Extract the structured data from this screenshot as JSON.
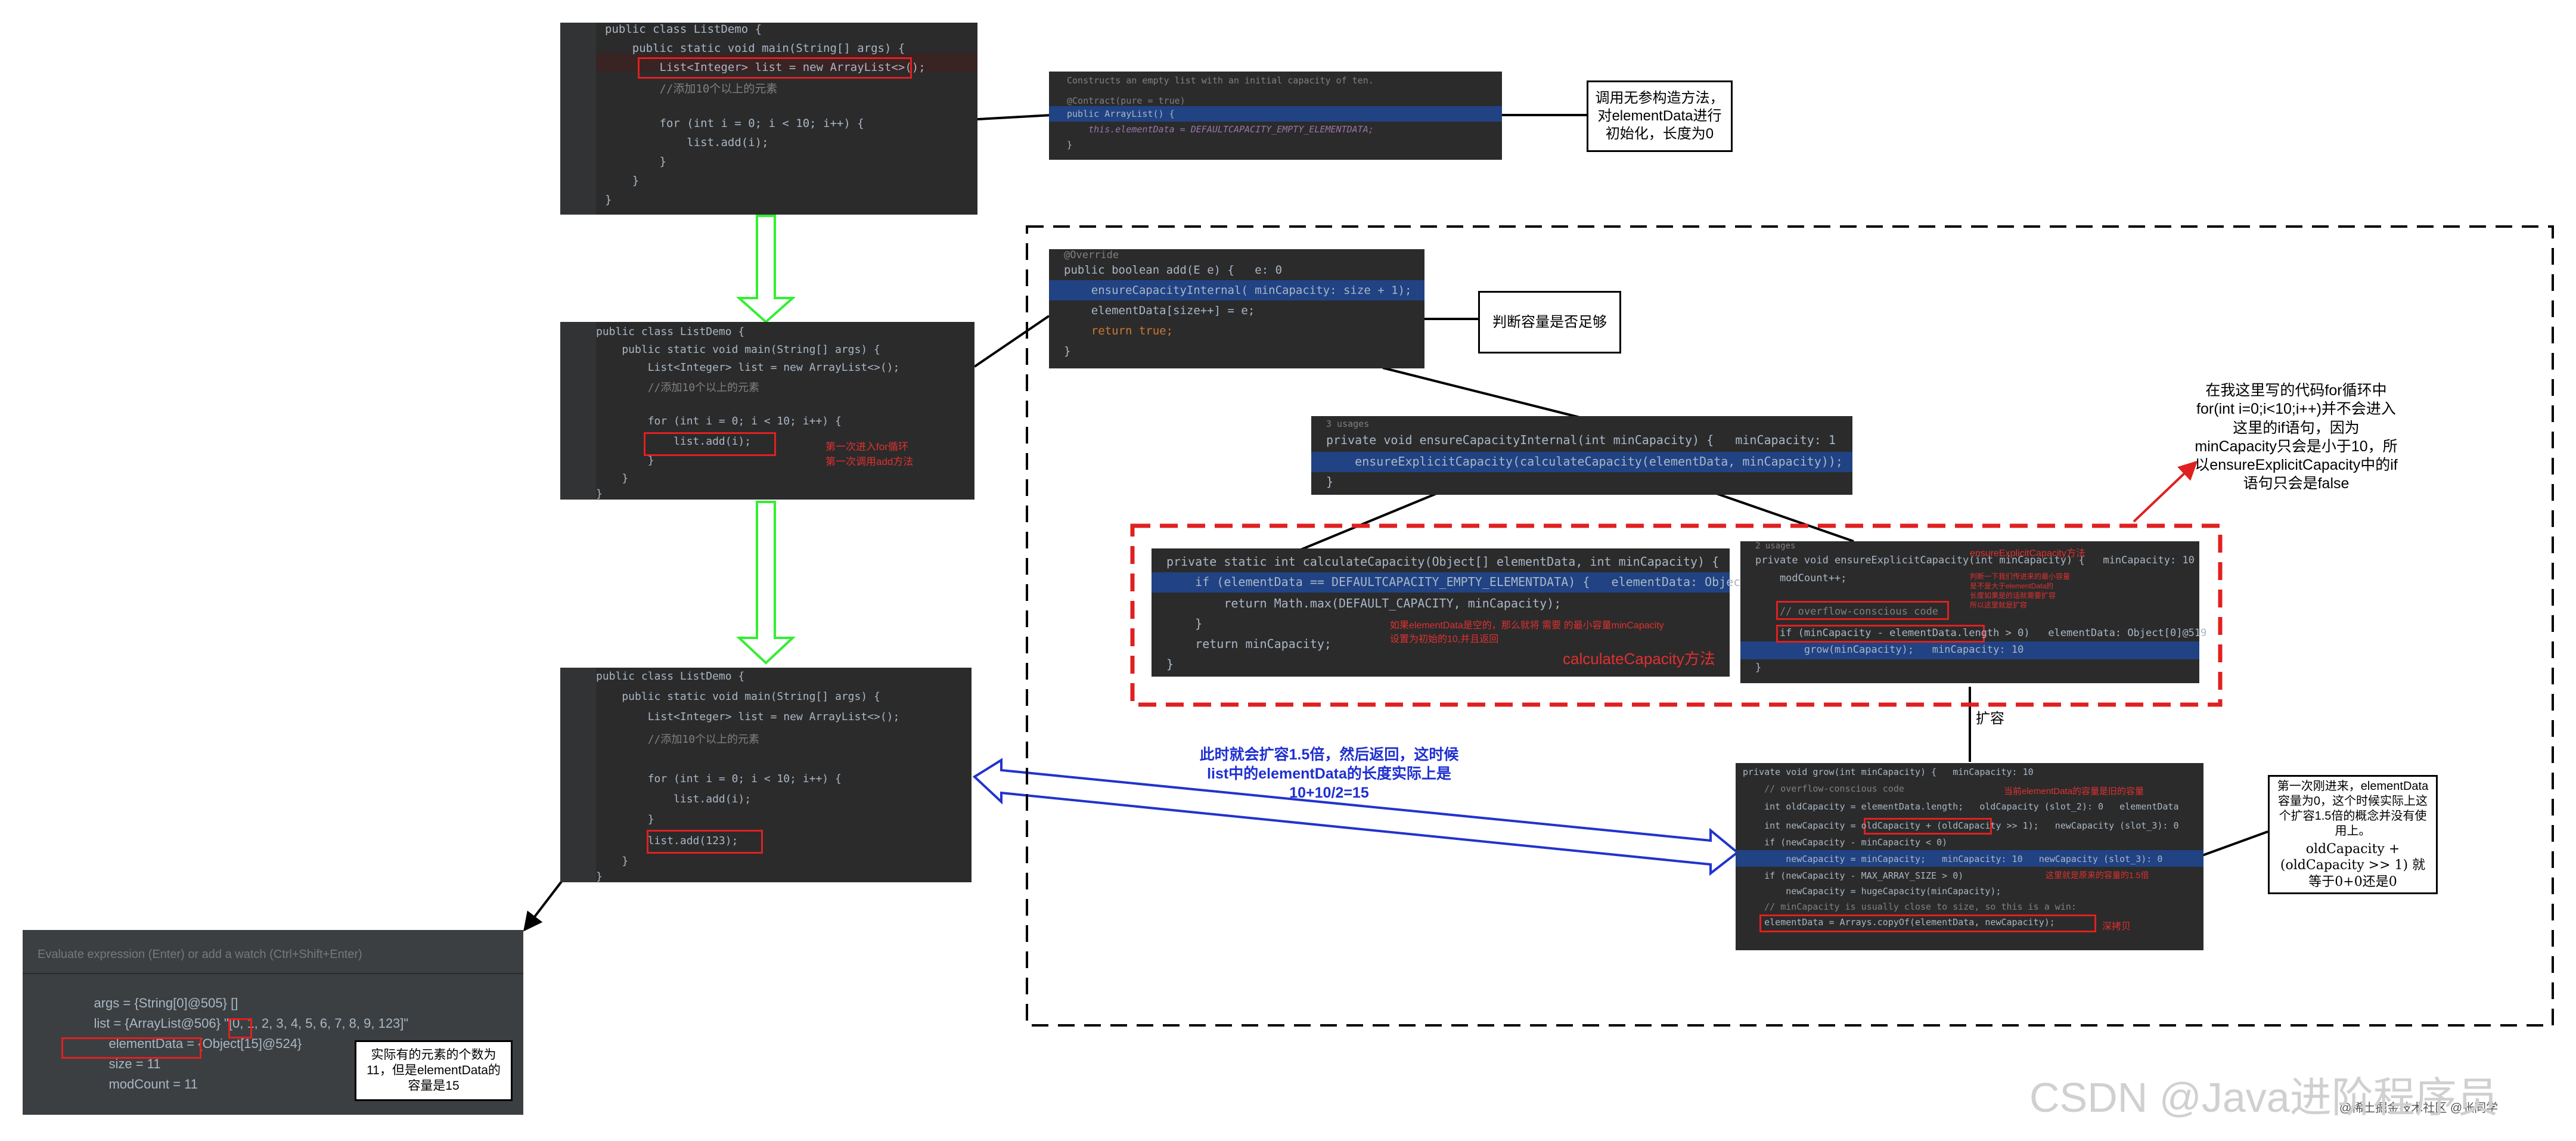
{
  "panel1": {
    "lines": [
      "public class ListDemo {",
      "    public static void main(String[] args) {",
      "        List<Integer> list = new ArrayList<>();",
      "        //添加10个以上的元素",
      "",
      "        for (int i = 0; i < 10; i++) {",
      "            list.add(i);",
      "        }",
      "    }",
      "}"
    ]
  },
  "ctor": {
    "lines": [
      "Constructs an empty list with an initial capacity of ten.",
      "",
      "@Contract(pure = true)",
      "public ArrayList() {",
      "    this.elementData = DEFAULTCAPACITY_EMPTY_ELEMENTDATA;",
      "}"
    ]
  },
  "note_ctor": "调用无参构造方法，对elementData进行初始化，长度为0",
  "panel2": {
    "lines": [
      "public class ListDemo {",
      "    public static void main(String[] args) {",
      "        List<Integer> list = new ArrayList<>();",
      "        //添加10个以上的元素",
      "",
      "        for (int i = 0; i < 10; i++) {",
      "            list.add(i);",
      "        }",
      "    }",
      "}"
    ],
    "annotation": [
      "第一次进入for循环",
      "第一次调用add方法"
    ]
  },
  "add_method": {
    "lines": [
      "@Override",
      "public boolean add(E e) {   e: 0",
      "    ensureCapacityInternal( minCapacity: size + 1);",
      "    elementData[size++] = e;",
      "    return true;",
      "}"
    ]
  },
  "note_add": "判断容量是否足够",
  "eci": {
    "lines": [
      "3 usages",
      "private void ensureCapacityInternal(int minCapacity) {   minCapacity: 1",
      "    ensureExplicitCapacity(calculateCapacity(elementData, minCapacity));",
      "}"
    ]
  },
  "calc": {
    "lines": [
      "private static int calculateCapacity(Object[] elementData, int minCapacity) {",
      "    if (elementData == DEFAULTCAPACITY_EMPTY_ELEMENTDATA) {   elementData: Object",
      "        return Math.max(DEFAULT_CAPACITY, minCapacity);",
      "    }",
      "    return minCapacity;",
      "}"
    ],
    "annotation": [
      "如果elementData是空的，那么就将 需要 的最小容量minCapacity",
      "设置为初始的10,并且返回"
    ],
    "label": "calculateCapacity方法"
  },
  "explicit": {
    "lines": [
      "2 usages",
      "private void ensureExplicitCapacity(int minCapacity) {   minCapacity: 10",
      "    modCount++;",
      "",
      "    // overflow-conscious code",
      "    if (minCapacity - elementData.length > 0)   elementData: Object[0]@519",
      "        grow(minCapacity);   minCapacity: 10",
      "}"
    ],
    "title": "ensureExplicitCapacity方法",
    "annotation": [
      "判断一下我们传进来的最小容量",
      "是不是大于elementData的",
      "长度如果是的话就需要扩容",
      "所以这里就是扩容"
    ]
  },
  "note_for": "在我这里写的代码for循环中for(int i=0;i<10;i++)并不会进入这里的if语句，因为minCapacity只会是小于10，所以ensureExplicitCapacity中的if语句只会是false",
  "expand_label": "扩容",
  "grow": {
    "lines": [
      "private void grow(int minCapacity) {   minCapacity: 10",
      "    // overflow-conscious code",
      "    int oldCapacity = elementData.length;   oldCapacity (slot_2): 0   elementData",
      "    int newCapacity = oldCapacity + (oldCapacity >> 1);   newCapacity (slot_3): 0",
      "    if (newCapacity - minCapacity < 0)",
      "        newCapacity = minCapacity;   minCapacity: 10   newCapacity (slot_3): 0",
      "    if (newCapacity - MAX_ARRAY_SIZE > 0)",
      "        newCapacity = hugeCapacity(minCapacity);",
      "    // minCapacity is usually close to size, so this is a win:",
      "    elementData = Arrays.copyOf(elementData, newCapacity);"
    ],
    "annotation_top": "当前elementData的容量是旧的容量",
    "annotation_shift": "这里就是原来的容量的1.5倍",
    "annotation_copy": "深拷贝"
  },
  "note_grow": [
    "第一次刚进来，elementData容量为0，这个时候实际上这个扩容1.5倍的概念并没有使用上。",
    "oldCapacity + (oldCapacity >> 1) 就等于0+0还是0"
  ],
  "blue_text": "此时就会扩容1.5倍，然后返回，这时候list中的elementData的长度实际上是10+10/2=15",
  "panel3": {
    "lines": [
      "public class ListDemo {",
      "    public static void main(String[] args) {",
      "        List<Integer> list = new ArrayList<>();",
      "        //添加10个以上的元素",
      "",
      "        for (int i = 0; i < 10; i++) {",
      "            list.add(i);",
      "        }",
      "        list.add(123);",
      "    }",
      "}"
    ]
  },
  "debugger": {
    "placeholder": "Evaluate expression (Enter) or add a watch (Ctrl+Shift+Enter)",
    "rows": [
      "args = {String[0]@505} []",
      "list = {ArrayList@506} \"[0, 1, 2, 3, 4, 5, 6, 7, 8, 9, 123]\"",
      "elementData = {Object[15]@524}",
      "size = 11",
      "modCount = 11"
    ]
  },
  "note_debug": "实际有的元素的个数为11，但是elementData的容量是15",
  "watermark": "CSDN @Java进阶程序员",
  "watermark_small": "@稀土掘金技术社区 @张同学"
}
